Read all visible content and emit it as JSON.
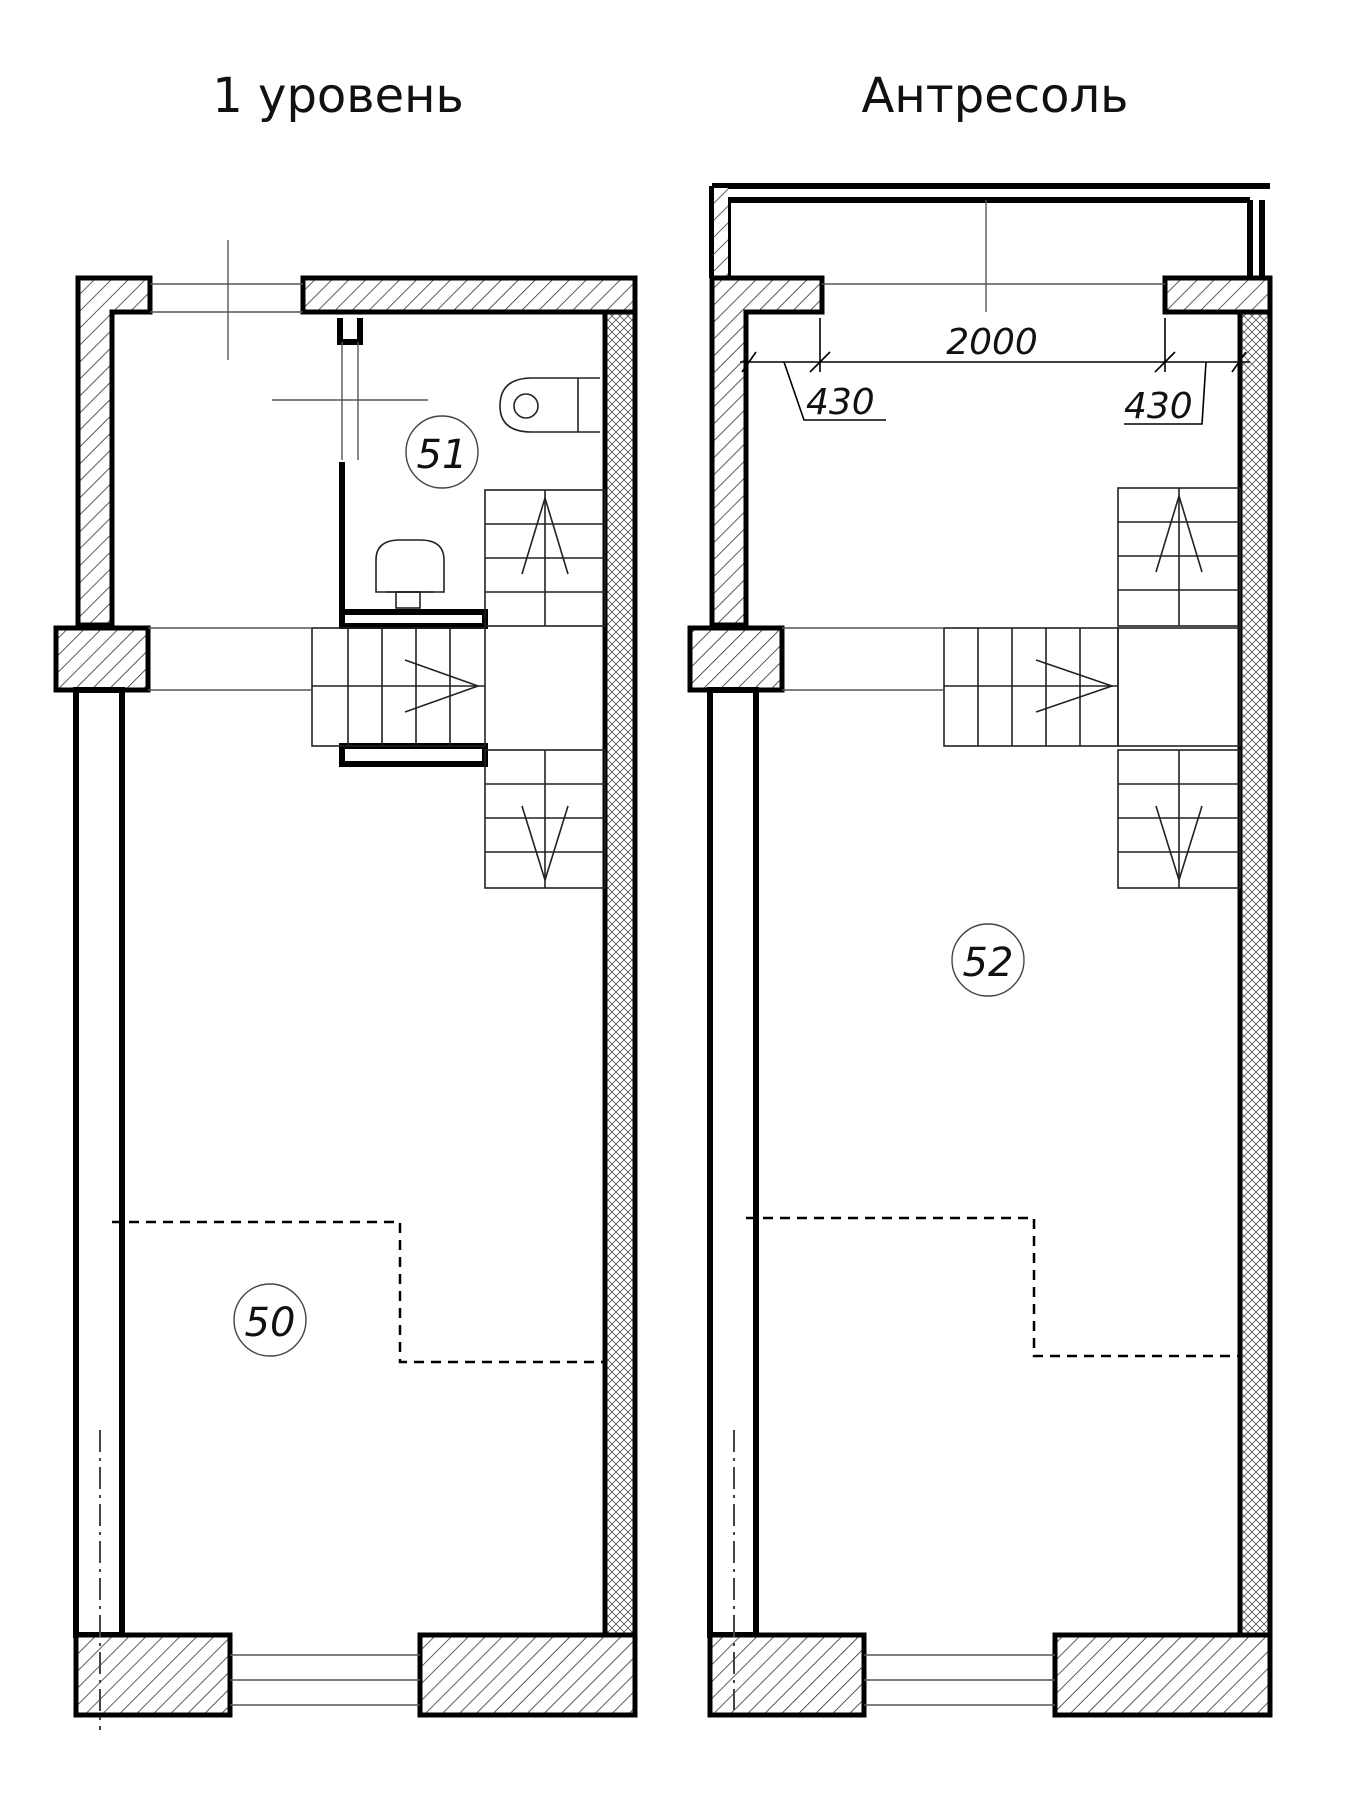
{
  "titles": {
    "level1": "1 уровень",
    "mezzanine": "Антресоль"
  },
  "rooms": {
    "r50": "50",
    "r51": "51",
    "r52": "52"
  },
  "dimensions": {
    "width": "2000",
    "left_offset": "430",
    "right_offset": "430"
  }
}
